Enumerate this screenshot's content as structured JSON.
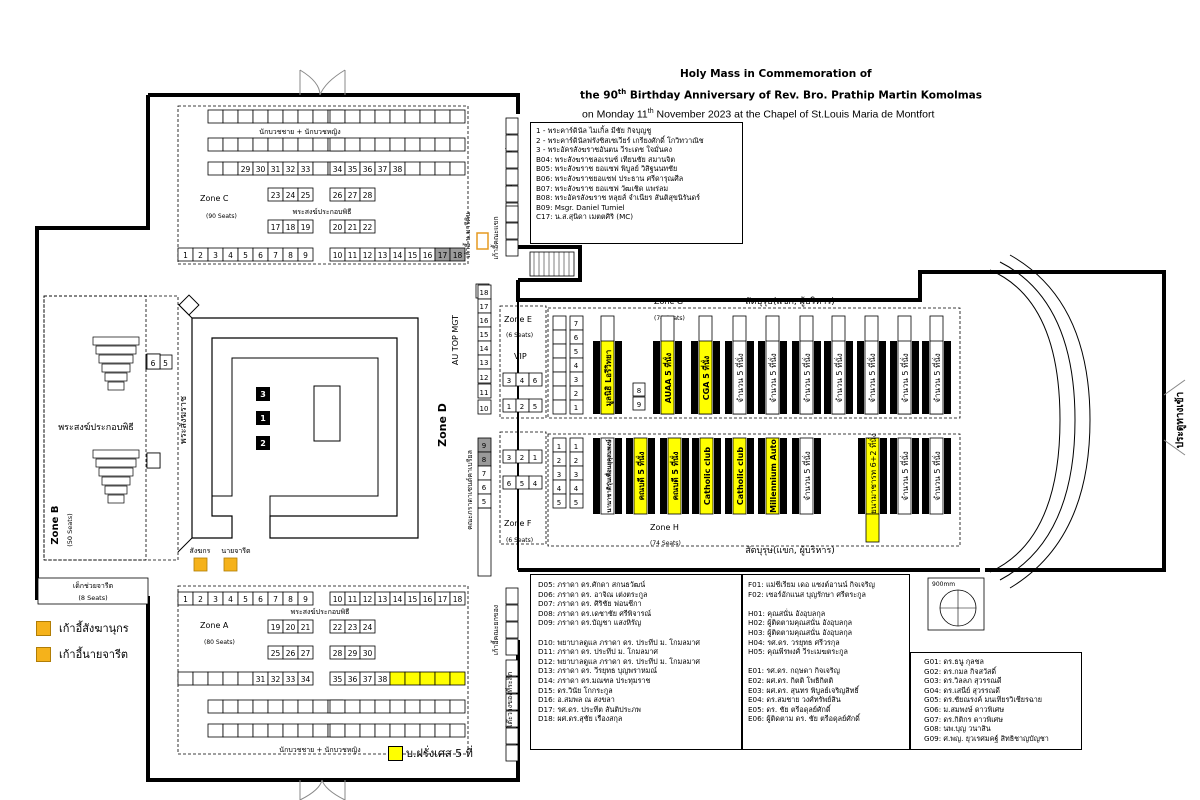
{
  "header": {
    "line1": "Holy Mass in Commemoration of",
    "line2_a": "the 90",
    "line2_sup": "th",
    "line2_b": " Birthday Anniversary of Rev. Bro. Prathip Martin Komolmas",
    "line3_a": "on Monday 11",
    "line3_sup": "th",
    "line3_b": " November 2023 at the Chapel of St.Louis Maria de Montfort"
  },
  "priest_list": [
    "1 - พระคาร์ดินัล ไมเกิ้ล มีชัย กิจบุญชู",
    "2 - พระคาร์ดินัลฟรังซิสเซเวียร์ เกรียงศักดิ์ โกวิทวาณิช",
    "3 - พระอัครสังฆราชอันตน วีระเดช ใจมั่นคง",
    "B04: พระสังฆราชลอเรนซ์ เทียนชัย สมานจิต",
    "B05: พระสังฆราช ยอแซฟ พิบูลย์ วิสิฐนนทชัย",
    "B06: พระสังฆราชยอแซฟ ประธาน ศรีดารุณศีล",
    "B07: พระสังฆราช ยอแซฟ วัฒเชิด แพร่ลม",
    "B08: พระอัครสังฆราช หลุยส์ จำเนียร สันติสุขนิรันดร์",
    "B09: Msgr. Daniel Tumiel",
    "C17: น.ส.สุนิดา เมตตศิริ (MC)"
  ],
  "zones": {
    "zone_c": "Zone C",
    "zone_c_seats": "(90 Seats)",
    "zone_a": "Zone A",
    "zone_a_seats": "(80 Seats)",
    "zone_b": "Zone B",
    "zone_b_seats": "(50 Seats)",
    "zone_d": "Zone D",
    "zone_e": "Zone E",
    "zone_e_seats": "(6 Seats)",
    "zone_f": "Zone F",
    "zone_f_seats": "(6 Seats)",
    "zone_g": "Zone G",
    "zone_g_seats": "(74 Seats)",
    "zone_h": "Zone H",
    "zone_h_seats": "(74 Seats)",
    "vip": "VIP",
    "au_top_mgt": "AU TOP MGT"
  },
  "labels": {
    "novice_women_top": "นักบวชชาย + นักบวชหญิง",
    "novice_women_bottom": "นักบวชชาย + นักบวชหญิง",
    "priests_assist_c": "พระสงฆ์ประกอบพิธี",
    "priests_assist_a": "พระสงฆ์ประกอบพิธี",
    "priests_assist_b": "พระสงฆ์ประกอบพิธี",
    "bishop_label": "พระสังฆราช",
    "altar_boy": "สังฆกร",
    "mc_label": "นายจารีต",
    "altar_children": "เด็กช่วยจารีต",
    "altar_children_seats": "(8 Seats)",
    "guest_top": "สัตบุรุษ(แขก, ผู้บริหาร)",
    "guest_bottom": "สัตบุรุษ(แขก, ผู้บริหาร)",
    "entrance": "ประตูทางเข้า",
    "souvenir_table_top": "โต๊ะวางของที่ระลึก",
    "souvenir_table_bottom": "โต๊ะวางของที่ระลึก",
    "chair_mc": "เก้าอี้ น.มารีคิน",
    "chair_guests": "เก้าอี้คณะแขก",
    "chair_assist": "เก้าอี้คณะยกของ",
    "faculty_strip": "คณะภราดาเซนต์คาเบรียล",
    "lift": "900mm"
  },
  "zone_g_labels": [
    "มูลนิธิ Lอรีวิทยา",
    "AUAA 5 ที่นั่ง",
    "CGA 5 ที่นั่ง",
    "จำนวน 5 ที่นั่ง",
    "จำนวน 5 ที่นั่ง",
    "จำนวน 5 ที่นั่ง",
    "จำนวน 5 ที่นั่ง",
    "จำนวน 5 ที่นั่ง",
    "จำนวน 5 ที่นั่ง",
    "จำนวน 5 ที่นั่ง"
  ],
  "zone_h_labels": [
    "นานาชาติรุ่นเพื่อนยุคุสมพงษ์",
    "คณบดี 5 ที่นั่ง",
    "คณบดี 5 ที่นั่ง",
    "Catholic club",
    "Catholic club",
    "Millennium Auto",
    "จำนวน 5 ที่นั่ง",
    "อัยนามาชารท 6+2 ที่นั่ง",
    "จำนวน 5 ที่นั่ง",
    "จำนวน 5 ที่นั่ง"
  ],
  "list_d": [
    "D05: ภราดา ดร.ศักดา สกนธวัฒน์",
    "D06: ภราดา ดร. อาจิณ เต่งตระกูล",
    "D07: ภราดา ดร. ศิริชัย ฟอนชีกา",
    "D08: ภราดา ดร.เดชาชัย ศรีพิจารณ์",
    "D09: ภราดา ดร.บัญชา แสงหิรัญ",
    "",
    "D10: พยาบาลดูแล ภราดา ดร. ประทีป ม. โกมลมาศ",
    "D11: ภราดา ดร. ประทีป ม. โกมลมาศ",
    "D12: พยาบาลดูแล ภราดา ดร. ประทีป ม. โกมลมาศ",
    "D13: ภราดา ดร. วีรยุทธ บุญพราหมณ์",
    "D14: ภราดา ดร.มณฑล ประทุมราช",
    "D15: ดร.วินัย โกกระกูล",
    "D16: อ.สมพล ณ สงขลา",
    "D17: รศ.ดร. ประทีต สันติประภพ",
    "D18: ผศ.ดร.สุชัย เรืองสกุล"
  ],
  "list_f": [
    "F01: แม่ชีเรียม เดอ แซงต์อานน์ กิจเจริญ",
    "F02: เซอร์อักแนส บุญรักษา ศรีตระกูล",
    "",
    "H01: คุณสนั่น อังอุบลกุล",
    "H02: ผู้ติดตามคุณสนั่น อังอุบลกุล",
    "H03: ผู้ติดตามคุณสนั่น อังอุบลกุล",
    "H04: รศ.ดร. วรยุทธ ศรีวรกุล",
    "H05: คุณพีรพงศ์ วีระเมฆตระกูล",
    "",
    "E01: รศ.ดร. กฤษดา กิจเจริญ",
    "E02: ผศ.ดร. กิตติ โพธิกิตติ",
    "E03: ผศ.ดร. สุนทร พิบูลย์เจริญสิทธิ์",
    "E04: ดร.สมชาย วงศ์ทรัพย์สิน",
    "E05: ดร. ชัย ตรีอดุลย์ศักดิ์",
    "E06: ผู้ติดตาม ดร. ชัย ตรีอดุลย์ศักดิ์"
  ],
  "list_g": [
    "G01: ดร.ธนู กุลชล",
    "G02: ดร.กมล กิจสวัสดิ์",
    "G03: ดร.วิลลภ สุวรรณดี",
    "G04: ดร.เสนีย์ สุวรรณดี",
    "G05: ดร.ชัยณรงค์ มนเทียรวิเชียรฉาย",
    "G06: ม.สมพงษ์ ดาวพิเศษ",
    "G07: ดร.กิติกร ดาวพิเศษ",
    "G08: นพ.บุญ วนาสิน",
    "G09: ศ.พญ. ยุวเรศมคฐ์ สิทธิชาญบัญชา"
  ],
  "legend": {
    "item1": "เก้าอี้สังฆานุกร",
    "item2": "เก้าอี้นายจารีต",
    "item3": "บ.ฝรั่งเศส 5 ที่"
  },
  "altar_seats": [
    "3",
    "1",
    "2"
  ],
  "colors": {
    "orange": "#f5b21b",
    "yellow": "#ffff00",
    "grey": "#9a9a9a",
    "black": "#000000"
  }
}
